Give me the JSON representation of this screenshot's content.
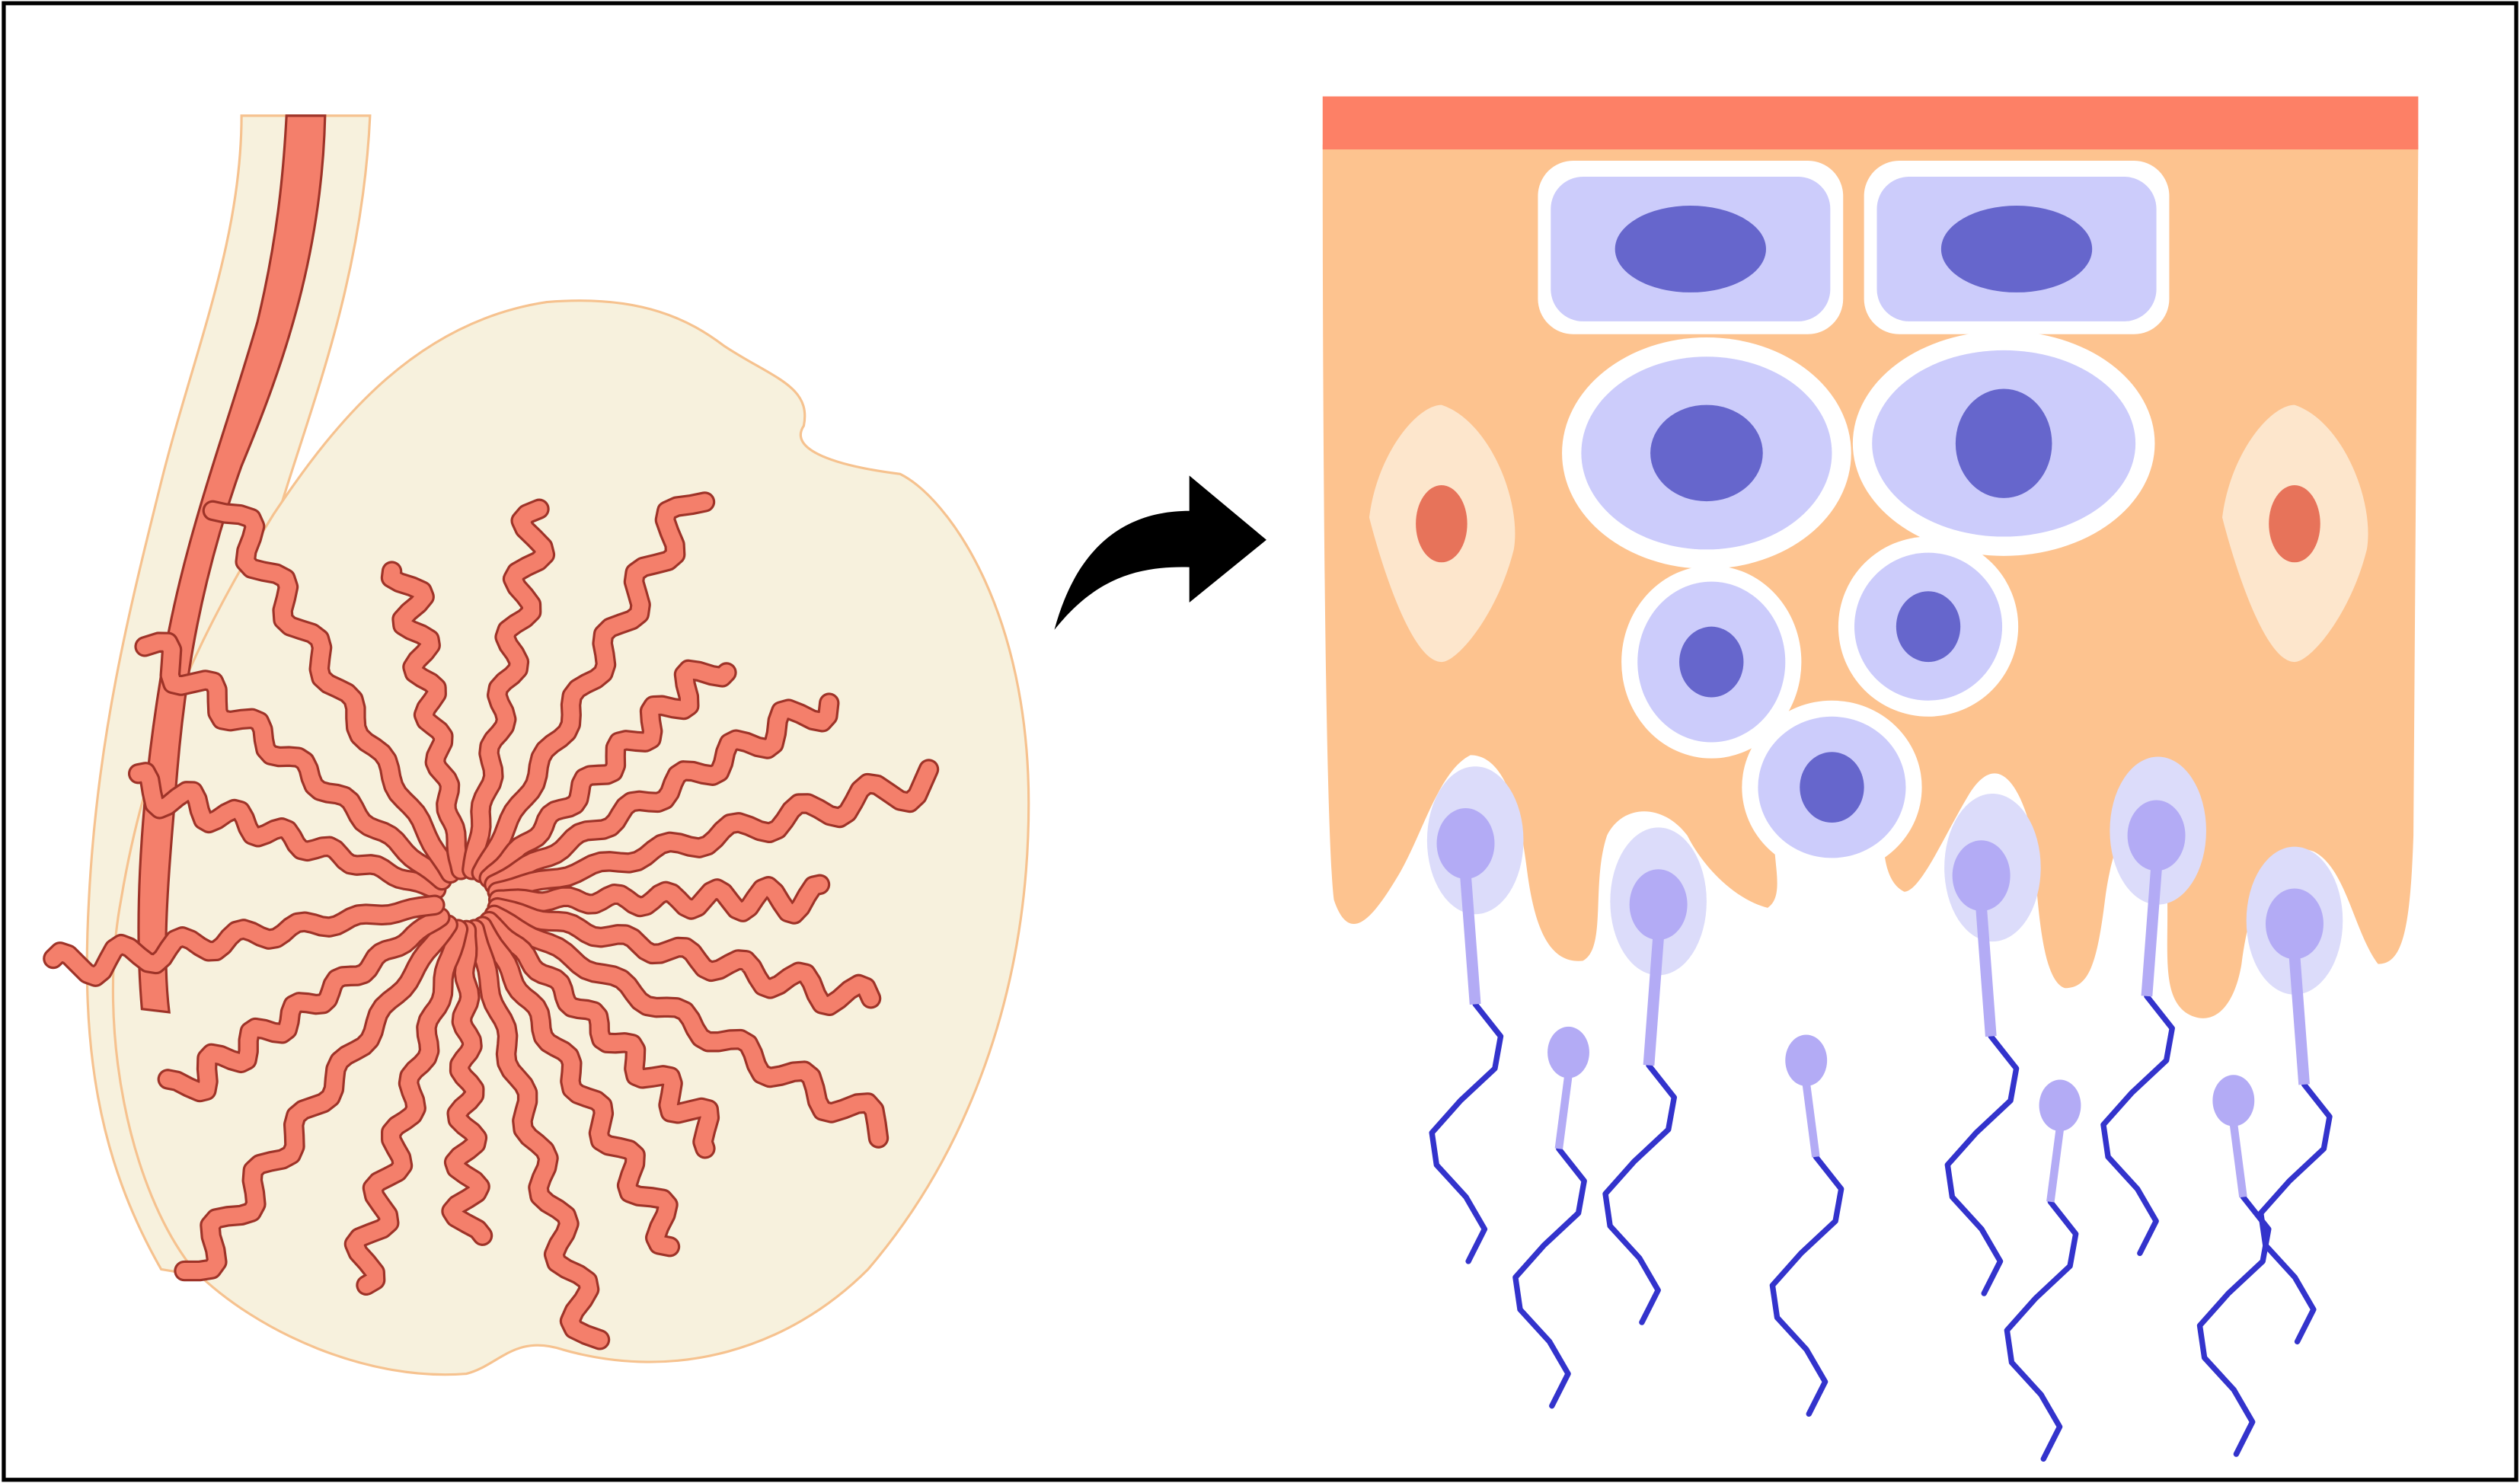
{
  "figure": {
    "left_panel": "testis-with-seminiferous-tubules",
    "arrow": "curved-arrow-right",
    "right_panel": "seminiferous-epithelium-spermatogenesis"
  },
  "colors": {
    "border": "#000000",
    "capsule_fill": "#f7f1dd",
    "capsule_outline": "#f6c28f",
    "tubule_fill": "#f47f6b",
    "tubule_outline": "#9e3328",
    "basement_band": "#fd8066",
    "epithelium": "#fdc38f",
    "germ_cell": "#ccccfb",
    "germ_nucleus": "#6666cc",
    "sertoli_cell": "#fde6cc",
    "sertoli_nucleus": "#e7735a",
    "sperm_head": "#b3abf5",
    "sperm_tail": "#3333cc"
  }
}
